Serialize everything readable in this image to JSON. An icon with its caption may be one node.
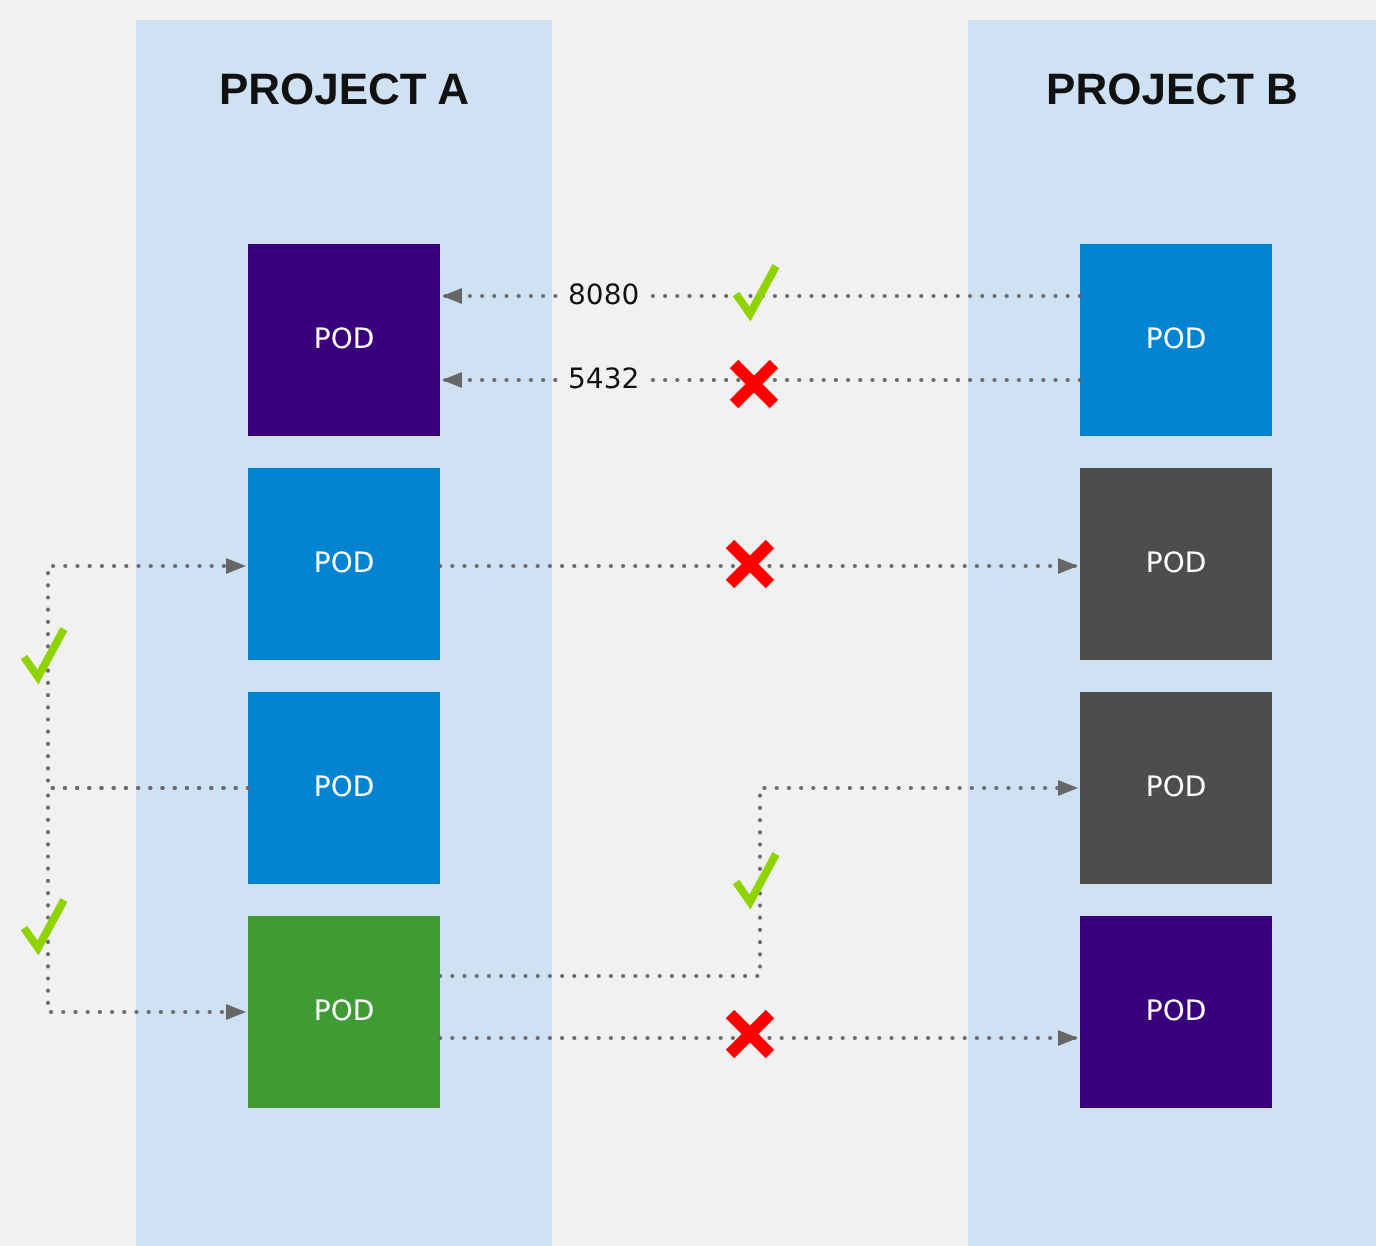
{
  "diagram": {
    "nodes": [
      {
        "text": [
          "PROJECT A"
        ]
      },
      {
        "text": [
          "POD"
        ],
        "in": 0
      },
      {
        "text": [
          "POD"
        ],
        "in": 0
      },
      {
        "text": [
          "POD"
        ],
        "in": 0
      },
      {
        "text": [
          "POD"
        ],
        "in": 0
      },
      {
        "text": [
          "PROJECT B"
        ]
      },
      {
        "text": [
          "POD"
        ],
        "in": 5
      },
      {
        "text": [
          "POD"
        ],
        "in": 5
      },
      {
        "text": [
          "POD"
        ],
        "in": 5
      },
      {
        "text": [
          "POD"
        ],
        "in": 5
      }
    ],
    "edges": [
      {
        "from": 6,
        "to": 1,
        "arrow": "to",
        "label": "8080"
      },
      {
        "from": 6,
        "to": 1,
        "arrow": "to",
        "label": "5432"
      },
      {
        "from": 2,
        "to": 7,
        "arrow": "to"
      },
      {
        "from": 3,
        "to": 2,
        "arrow": "to"
      },
      {
        "from": 3,
        "to": 4,
        "arrow": "to"
      },
      {
        "from": 4,
        "to": 8,
        "arrow": "to"
      },
      {
        "from": 4,
        "to": 9,
        "arrow": "to"
      }
    ]
  }
}
